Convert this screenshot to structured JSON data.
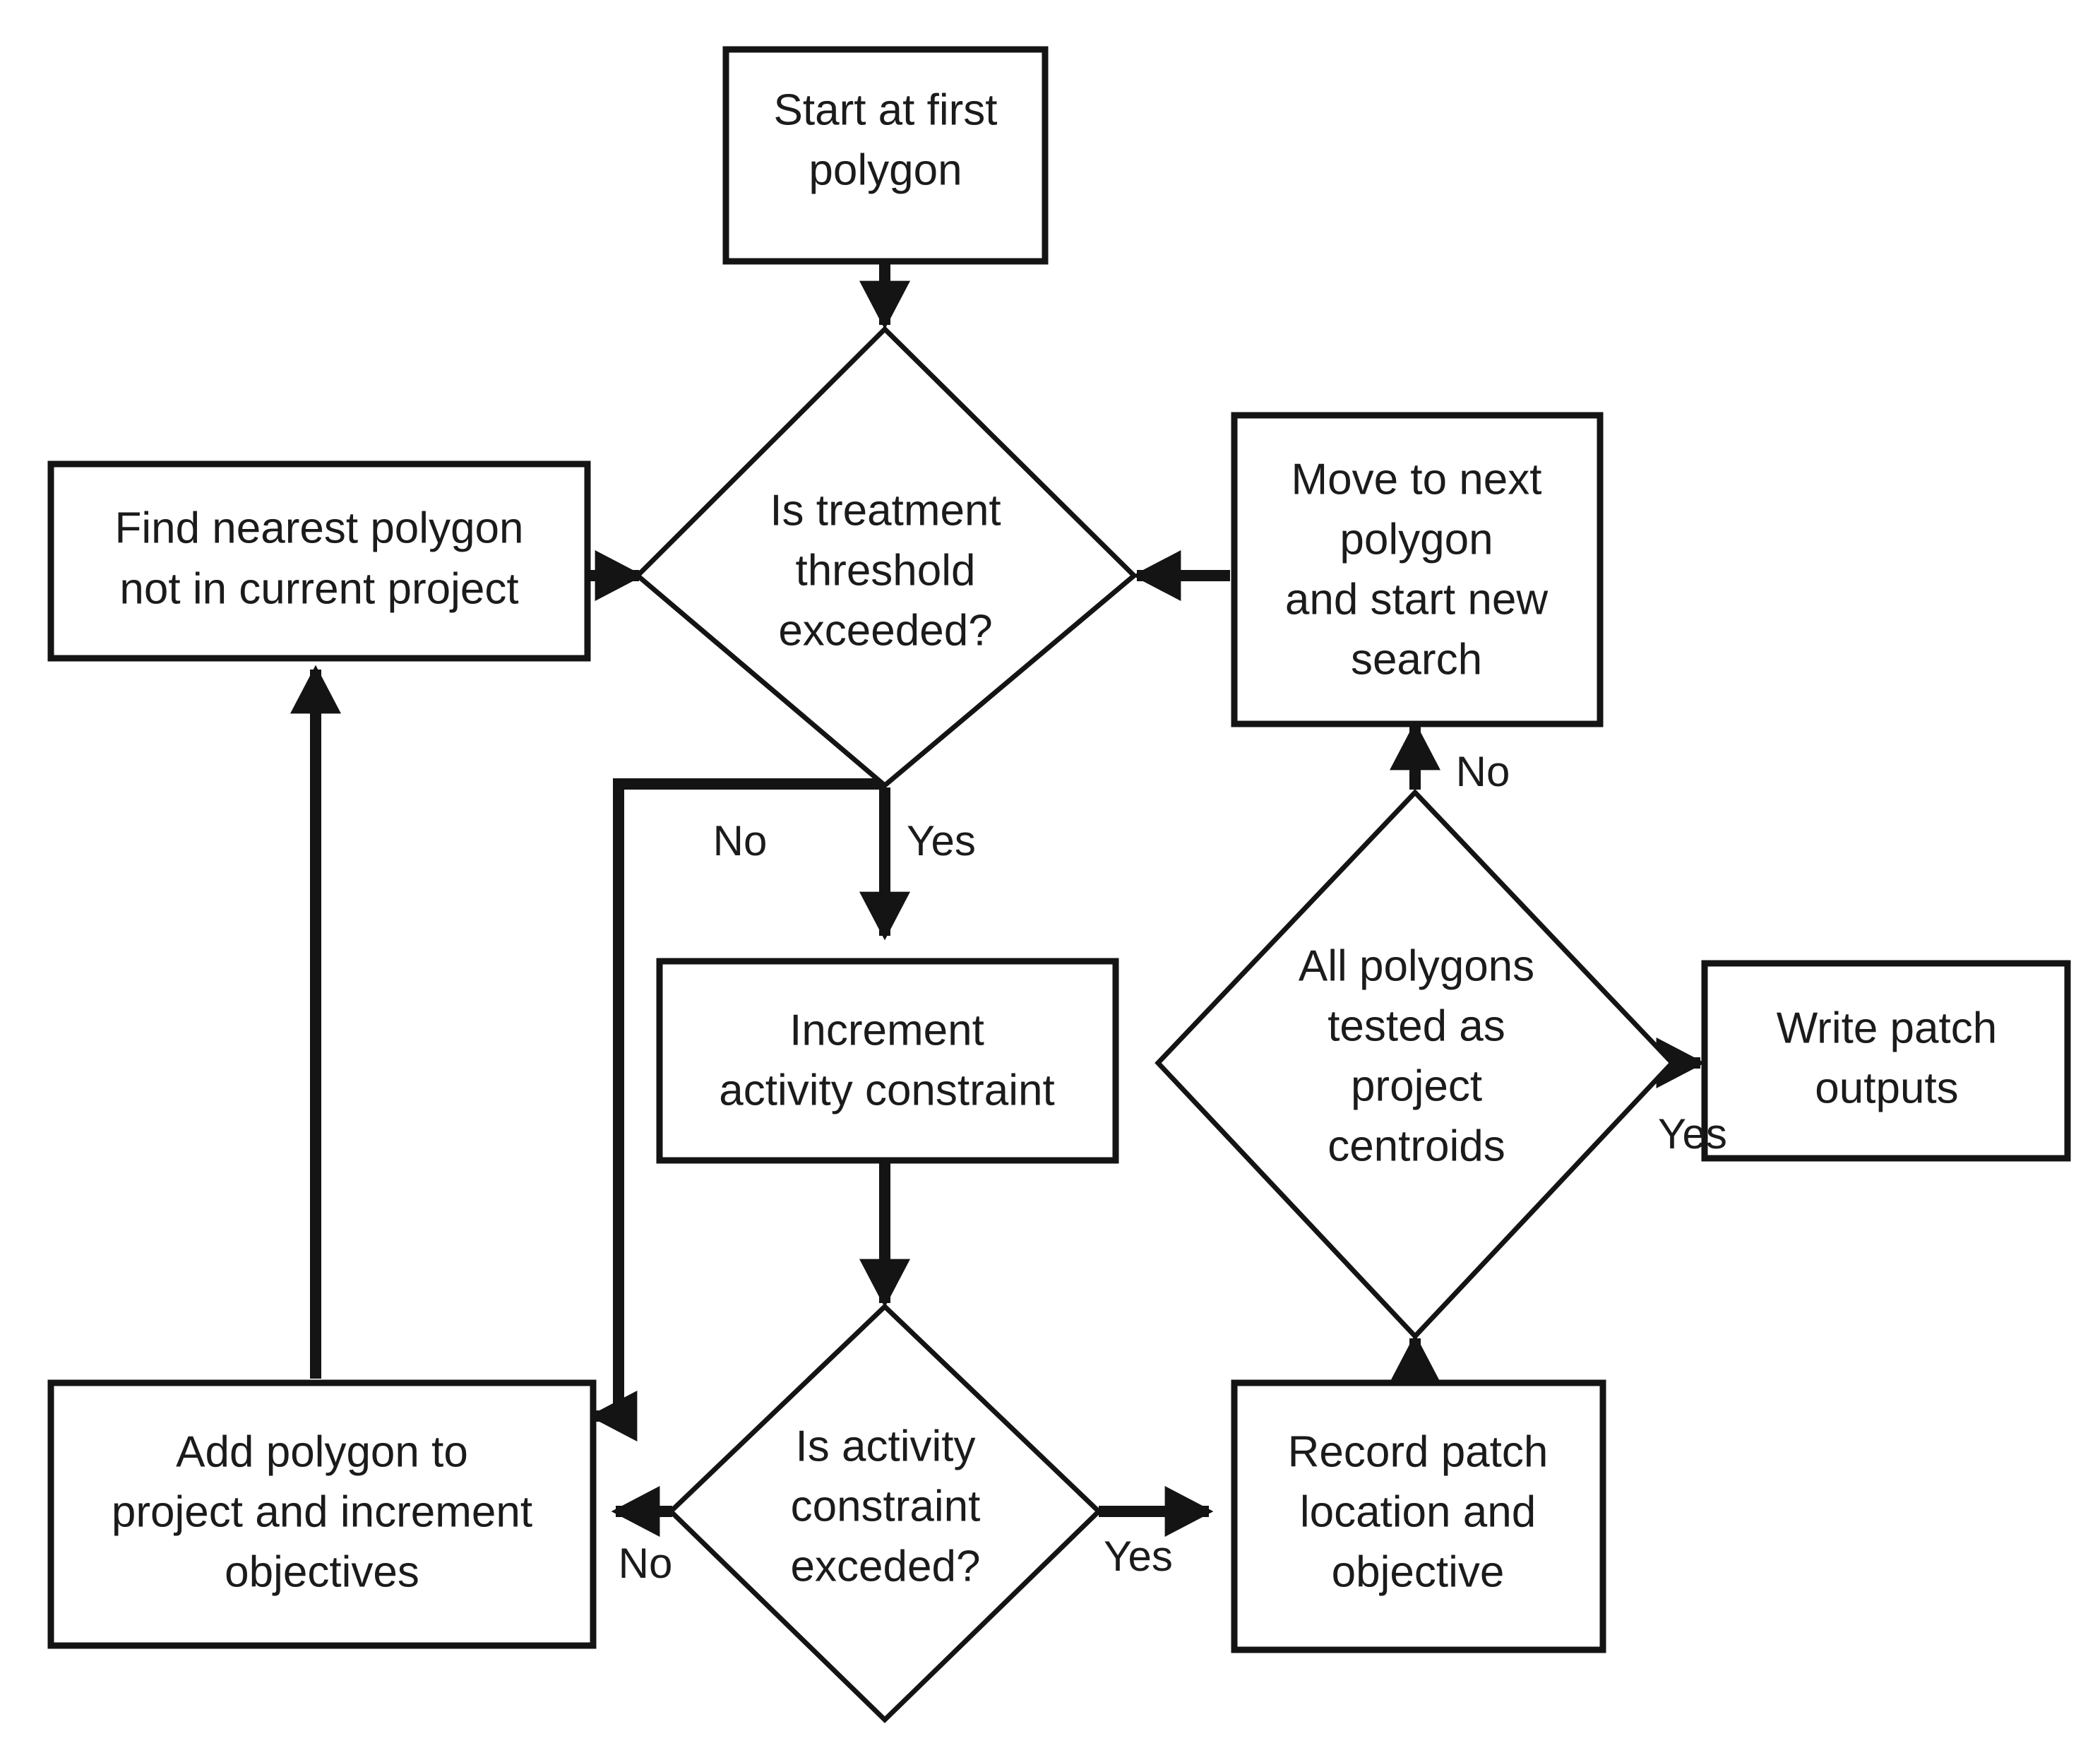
{
  "diagram": {
    "title": "Patch generation algorithm flowchart",
    "type": "flowchart",
    "colors": {
      "background": "#ffffff",
      "stroke": "#141414",
      "text": "#1b1b1b",
      "fill": "#ffffff"
    },
    "nodes": [
      {
        "id": "start",
        "shape": "process",
        "lines": [
          "Start at first",
          "polygon"
        ]
      },
      {
        "id": "find-nearest",
        "shape": "process",
        "lines": [
          "Find nearest polygon",
          "not in current project"
        ]
      },
      {
        "id": "treatment-threshold",
        "shape": "decision",
        "lines": [
          "Is treatment",
          "threshold",
          "exceeded?"
        ]
      },
      {
        "id": "move-next",
        "shape": "process",
        "lines": [
          "Move to next",
          "polygon",
          "and start new",
          "search"
        ]
      },
      {
        "id": "increment-activity",
        "shape": "process",
        "lines": [
          "Increment",
          "activity constraint"
        ]
      },
      {
        "id": "all-polygons-tested",
        "shape": "decision",
        "lines": [
          "All polygons",
          "tested as",
          "project",
          "centroids"
        ]
      },
      {
        "id": "write-patch",
        "shape": "process",
        "lines": [
          "Write patch",
          "outputs"
        ]
      },
      {
        "id": "add-polygon",
        "shape": "process",
        "lines": [
          "Add polygon to",
          "project and increment",
          "objectives"
        ]
      },
      {
        "id": "activity-constraint",
        "shape": "decision",
        "lines": [
          "Is activity",
          "constraint",
          "exceded?"
        ]
      },
      {
        "id": "record-patch",
        "shape": "process",
        "lines": [
          "Record patch",
          "location and",
          "objective"
        ]
      }
    ],
    "edge_labels": {
      "threshold_no": "No",
      "threshold_yes": "Yes",
      "all_tested_no": "No",
      "all_tested_yes": "Yes",
      "activity_no": "No",
      "activity_yes": "Yes"
    },
    "edges": [
      {
        "from": "start",
        "to": "treatment-threshold",
        "label": ""
      },
      {
        "from": "find-nearest",
        "to": "treatment-threshold",
        "label": ""
      },
      {
        "from": "move-next",
        "to": "treatment-threshold",
        "label": ""
      },
      {
        "from": "treatment-threshold",
        "to": "increment-activity",
        "label": "Yes"
      },
      {
        "from": "treatment-threshold",
        "to": "add-polygon",
        "label": "No"
      },
      {
        "from": "increment-activity",
        "to": "activity-constraint",
        "label": ""
      },
      {
        "from": "activity-constraint",
        "to": "add-polygon",
        "label": "No"
      },
      {
        "from": "activity-constraint",
        "to": "record-patch",
        "label": "Yes"
      },
      {
        "from": "record-patch",
        "to": "all-polygons-tested",
        "label": ""
      },
      {
        "from": "all-polygons-tested",
        "to": "move-next",
        "label": "No"
      },
      {
        "from": "all-polygons-tested",
        "to": "write-patch",
        "label": "Yes"
      },
      {
        "from": "add-polygon",
        "to": "find-nearest",
        "label": ""
      }
    ]
  }
}
